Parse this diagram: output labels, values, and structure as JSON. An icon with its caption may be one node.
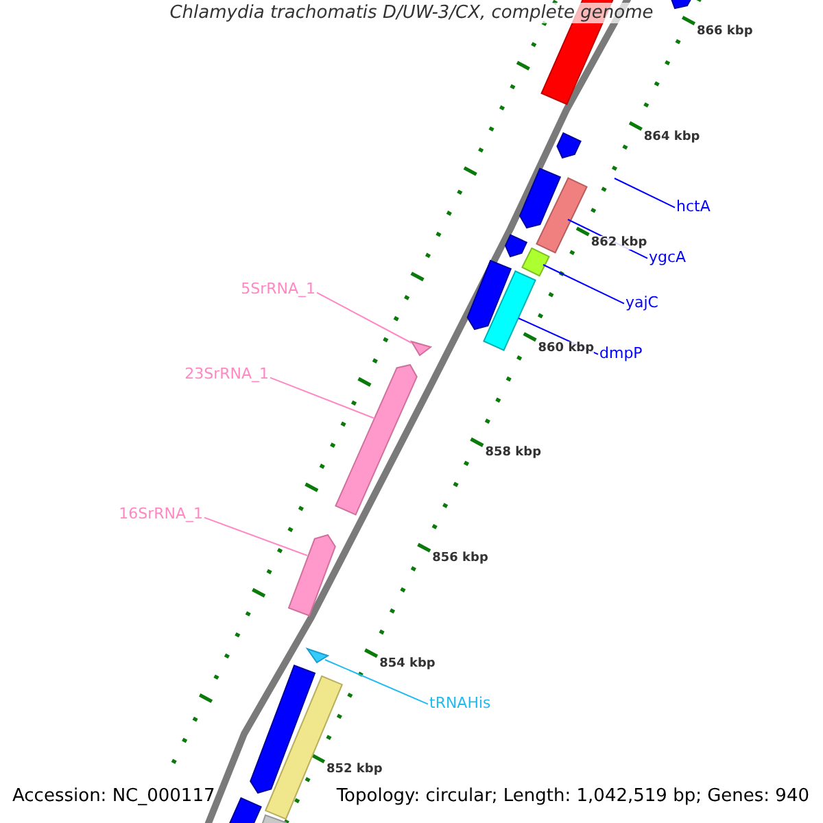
{
  "diagram": {
    "title": "Chlamydia trachomatis D/UW-3/CX, complete genome",
    "nodes": [
      {
        "text": [
          "hctA"
        ]
      },
      {
        "text": [
          "ygcA"
        ]
      },
      {
        "text": [
          "yajC"
        ]
      },
      {
        "text": [
          "dmpP"
        ]
      },
      {
        "text": [
          "5SrRNA_1"
        ]
      },
      {
        "text": [
          "23SrRNA_1"
        ]
      },
      {
        "text": [
          "16SrRNA_1"
        ]
      },
      {
        "text": [
          "tRNAHis"
        ]
      },
      {
        "text": [],
        "shape": "bar"
      },
      {
        "text": [],
        "shape": "bar"
      },
      {
        "text": [],
        "shape": "bar"
      },
      {
        "text": [],
        "shape": "bar"
      },
      {
        "text": [],
        "shape": "bar"
      },
      {
        "text": [],
        "shape": "bar"
      },
      {
        "text": [],
        "shape": "bar"
      },
      {
        "text": [],
        "shape": "bar"
      },
      {
        "text": [],
        "shape": "bar"
      },
      {
        "text": [],
        "shape": "triangle"
      },
      {
        "text": [],
        "shape": "bar"
      },
      {
        "text": [],
        "shape": "bar"
      },
      {
        "text": [],
        "shape": "triangle"
      },
      {
        "text": [],
        "shape": "bar"
      },
      {
        "text": [],
        "shape": "bar"
      },
      {
        "text": [],
        "shape": "bar"
      },
      {
        "text": [],
        "shape": "bar"
      }
    ],
    "edges": [
      {
        "from": 0,
        "to": null,
        "arrow": "none"
      },
      {
        "from": 1,
        "to": 12,
        "arrow": "none"
      },
      {
        "from": 2,
        "to": 14,
        "arrow": "none"
      },
      {
        "from": 3,
        "to": 16,
        "arrow": "none"
      },
      {
        "from": 4,
        "to": 17,
        "arrow": "none",
        "color": "#ff88c4"
      },
      {
        "from": 5,
        "to": 18,
        "arrow": "none",
        "color": "#ff88c4"
      },
      {
        "from": 6,
        "to": 19,
        "arrow": "none",
        "color": "#ff88c4"
      },
      {
        "from": 7,
        "to": 20,
        "arrow": "none",
        "color": "#22bbf0"
      }
    ],
    "labels": [
      "866 kbp",
      "864 kbp",
      "862 kbp",
      "860 kbp",
      "858 kbp",
      "856 kbp",
      "854 kbp",
      "852 kbp",
      "Accession: NC_000117",
      "Topology: circular; Length: 1,042,519 bp; Genes: 940"
    ]
  }
}
